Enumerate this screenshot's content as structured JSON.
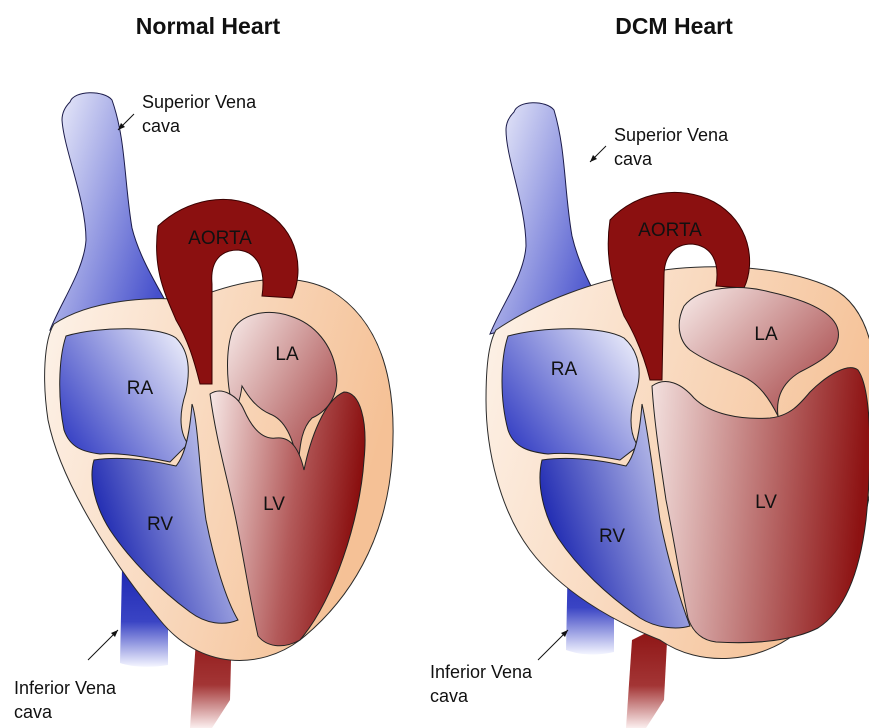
{
  "panels": [
    {
      "title": "Normal Heart",
      "svc_label": [
        "Superior Vena",
        "cava"
      ],
      "ivc_label": [
        "Inferior Vena",
        "cava"
      ],
      "chambers": {
        "aorta": "AORTA",
        "ra": "RA",
        "rv": "RV",
        "la": "LA",
        "lv": "LV"
      }
    },
    {
      "title": "DCM Heart",
      "svc_label": [
        "Superior Vena",
        "cava"
      ],
      "ivc_label": [
        "Inferior Vena",
        "cava"
      ],
      "chambers": {
        "aorta": "AORTA",
        "ra": "RA",
        "rv": "RV",
        "la": "LA",
        "lv": "LV"
      }
    }
  ],
  "colors": {
    "deoxygenated": "#1a2fb8",
    "oxygenated": "#8b0e0e",
    "myocardium": "#f7c9a0",
    "aorta": "#8b1010"
  }
}
